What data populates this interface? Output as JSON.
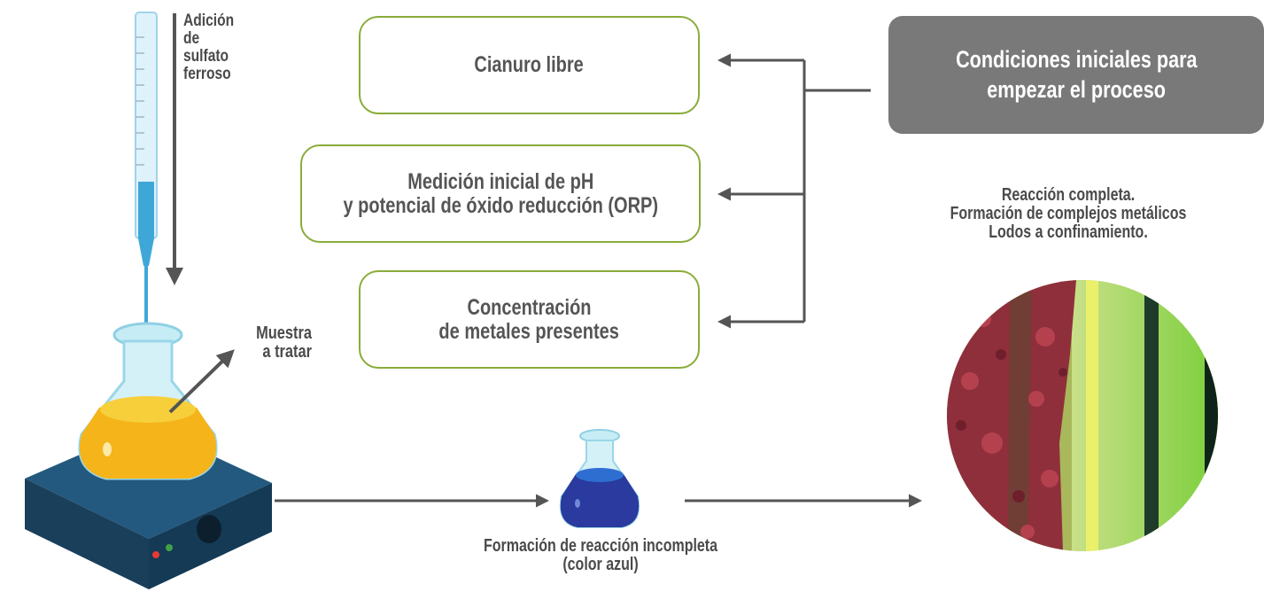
{
  "labels": {
    "addition": [
      "Adición",
      "de sulfato",
      "ferroso"
    ],
    "sample": [
      "Muestra",
      "a tratar"
    ],
    "incomplete": [
      "Formación de reacción incompleta",
      "(color azul)"
    ],
    "complete": [
      "Reacción completa.",
      "Formación de complejos metálicos",
      "Lodos a confinamiento."
    ]
  },
  "boxes": {
    "free_cyanide": [
      "Cianuro libre"
    ],
    "ph_orp": [
      "Medición inicial de pH",
      "y potencial de óxido reducción (ORP)"
    ],
    "metals": [
      "Concentración",
      "de metales presentes"
    ],
    "initial_conditions": [
      "Condiciones iniciales para",
      "empezar el proceso"
    ]
  },
  "colors": {
    "box_border": "#8aac3a",
    "gray_box": "#797979",
    "text": "#4a4a4a",
    "arrow": "#555555",
    "sample_liquid": "#f4b41a",
    "blue_liquid": "#2a3a9e",
    "hotplate": "#1f4a6e"
  },
  "icons": {
    "burette": "burette-icon",
    "flask": "erlenmeyer-flask-icon",
    "hotplate": "hotplate-stirrer-icon",
    "blue_flask": "blue-flask-icon",
    "sludge_photo": "sludge-photo"
  }
}
